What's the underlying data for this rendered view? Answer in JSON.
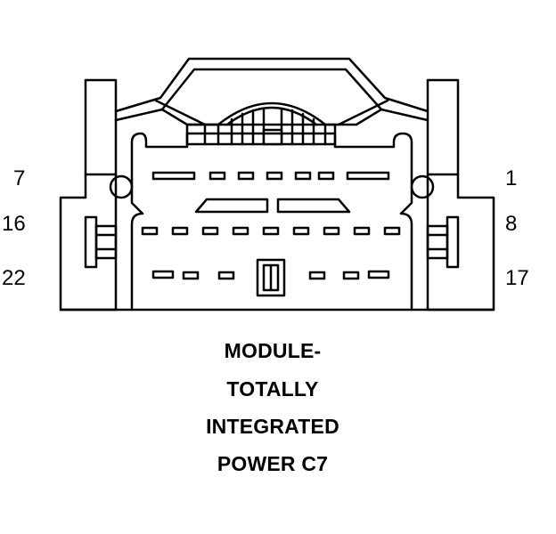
{
  "pin_labels": {
    "left_top": "7",
    "left_middle": "16",
    "left_bottom": "22",
    "right_top": "1",
    "right_middle": "8",
    "right_bottom": "17"
  },
  "caption": {
    "line1": "MODULE-",
    "line2": "TOTALLY",
    "line3": "INTEGRATED",
    "line4": "POWER C7"
  }
}
